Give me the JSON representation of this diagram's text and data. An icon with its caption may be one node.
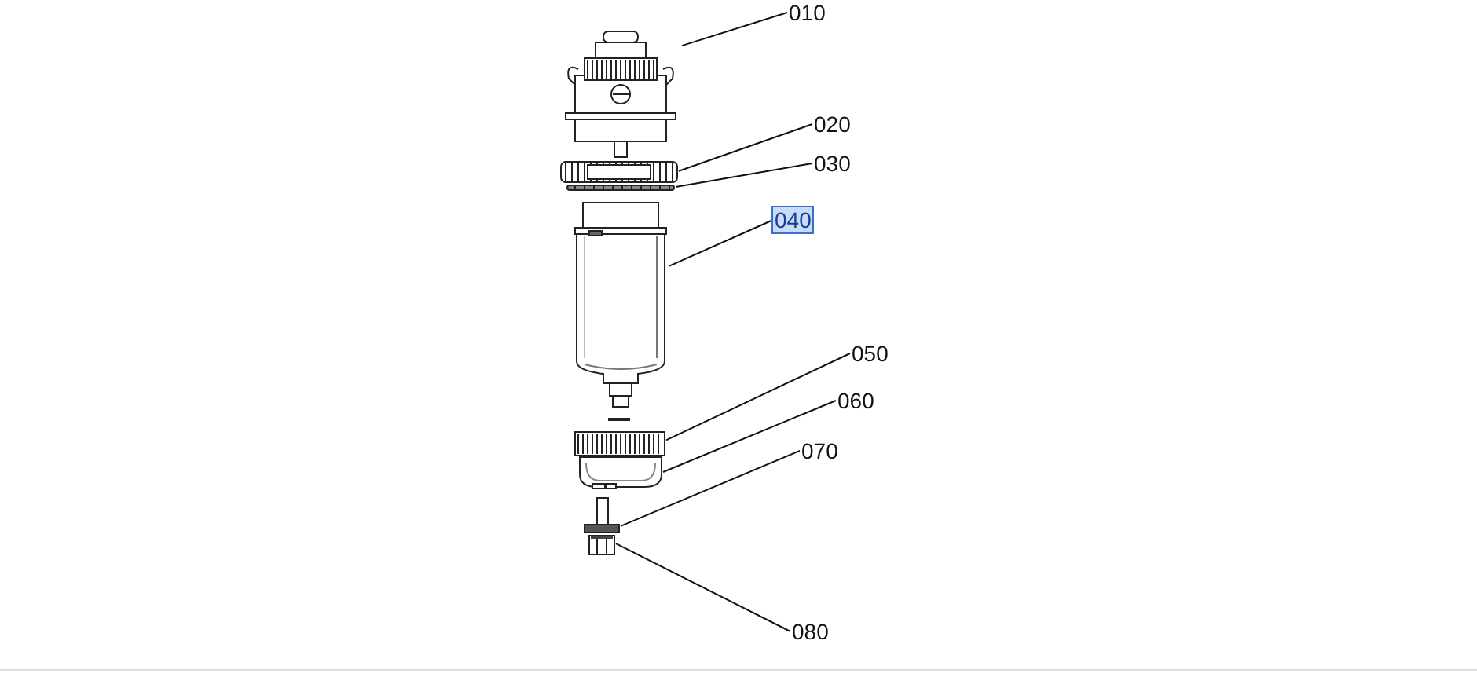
{
  "diagram": {
    "nodes": [
      {
        "text": [
          "010"
        ]
      },
      {
        "text": [
          "020"
        ]
      },
      {
        "text": [
          "030"
        ]
      },
      {
        "text": [
          "040"
        ]
      },
      {
        "text": [
          "050"
        ]
      },
      {
        "text": [
          "060"
        ]
      },
      {
        "text": [
          "070"
        ]
      },
      {
        "text": [
          "080"
        ]
      },
      {
        "text": [],
        "shape": "picture"
      },
      {
        "text": [],
        "shape": "picture"
      },
      {
        "text": [],
        "shape": "picture"
      },
      {
        "text": [],
        "shape": "picture"
      },
      {
        "text": [],
        "shape": "picture"
      },
      {
        "text": [],
        "shape": "picture"
      },
      {
        "text": [],
        "shape": "picture"
      },
      {
        "text": [],
        "shape": "picture"
      }
    ],
    "edges": [
      {
        "from": 0,
        "to": 8,
        "arrow": "none"
      },
      {
        "from": 1,
        "to": 9,
        "arrow": "none"
      },
      {
        "from": 2,
        "to": 10,
        "arrow": "none"
      },
      {
        "from": 3,
        "to": 11,
        "arrow": "none"
      },
      {
        "from": 4,
        "to": 12,
        "arrow": "none"
      },
      {
        "from": 5,
        "to": 13,
        "arrow": "none"
      },
      {
        "from": 6,
        "to": 14,
        "arrow": "none"
      },
      {
        "from": 7,
        "to": 15,
        "arrow": "none"
      }
    ]
  }
}
